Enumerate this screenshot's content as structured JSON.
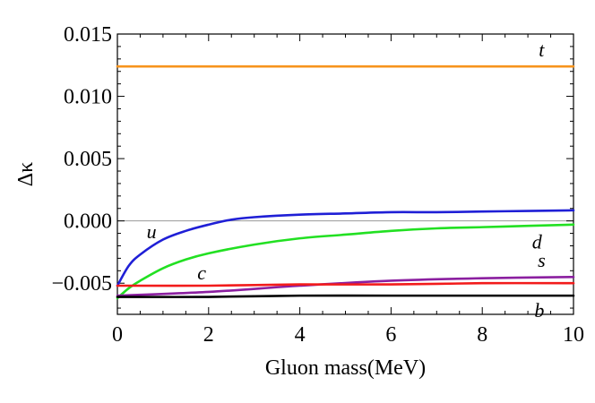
{
  "chart_data": {
    "type": "line",
    "xlabel": "Gluon mass(MeV)",
    "ylabel": "Δκ",
    "xlim": [
      0,
      10
    ],
    "ylim": [
      -0.0075,
      0.015
    ],
    "x_ticks": [
      0,
      2,
      4,
      6,
      8,
      10
    ],
    "x_tick_labels": [
      "0",
      "2",
      "4",
      "6",
      "8",
      "10"
    ],
    "y_ticks": [
      -0.005,
      0.0,
      0.005,
      0.01,
      0.015
    ],
    "y_tick_labels": [
      "−0.005",
      "0.000",
      "0.005",
      "0.010",
      "0.015"
    ],
    "grid": false,
    "zero_line": true,
    "series": [
      {
        "name": "t",
        "color": "#F7941D",
        "x": [
          0,
          2,
          4,
          6,
          8,
          10
        ],
        "y": [
          0.0124,
          0.0124,
          0.0124,
          0.0124,
          0.0124,
          0.0124
        ]
      },
      {
        "name": "u",
        "color": "#1F1FD6",
        "x": [
          0,
          0.25,
          0.5,
          1,
          1.5,
          2,
          2.5,
          3,
          4,
          5,
          6,
          7,
          8,
          9,
          10
        ],
        "y": [
          -0.0052,
          -0.0036,
          -0.0027,
          -0.0015,
          -0.0008,
          -0.0003,
          0.0001,
          0.0003,
          0.0005,
          0.0006,
          0.0007,
          0.0007,
          0.00075,
          0.0008,
          0.00085
        ]
      },
      {
        "name": "d",
        "color": "#22E022",
        "x": [
          0,
          0.25,
          0.5,
          1,
          1.5,
          2,
          3,
          4,
          5,
          6,
          7,
          8,
          9,
          10
        ],
        "y": [
          -0.0062,
          -0.0054,
          -0.0048,
          -0.0038,
          -0.0031,
          -0.0026,
          -0.0019,
          -0.0014,
          -0.0011,
          -0.0008,
          -0.0006,
          -0.0005,
          -0.0004,
          -0.0003
        ]
      },
      {
        "name": "s",
        "color": "#8B1FA0",
        "x": [
          0,
          2,
          4,
          6,
          8,
          10
        ],
        "y": [
          -0.006,
          -0.0057,
          -0.0052,
          -0.0048,
          -0.0046,
          -0.0045
        ]
      },
      {
        "name": "c",
        "color": "#F21B1B",
        "x": [
          0,
          2,
          4,
          6,
          8,
          10
        ],
        "y": [
          -0.0052,
          -0.0052,
          -0.0051,
          -0.0051,
          -0.005,
          -0.005
        ]
      },
      {
        "name": "b",
        "color": "#000000",
        "x": [
          0,
          2,
          4,
          6,
          8,
          10
        ],
        "y": [
          -0.0061,
          -0.0061,
          -0.006,
          -0.006,
          -0.006,
          -0.006
        ]
      }
    ],
    "curve_labels": [
      {
        "text": "t",
        "x": 9.3,
        "y": 0.0132
      },
      {
        "text": "u",
        "x": 0.75,
        "y": -0.0014
      },
      {
        "text": "d",
        "x": 9.2,
        "y": -0.0022
      },
      {
        "text": "s",
        "x": 9.3,
        "y": -0.0037
      },
      {
        "text": "c",
        "x": 1.85,
        "y": -0.0047
      },
      {
        "text": "b",
        "x": 9.25,
        "y": -0.0077
      }
    ]
  }
}
